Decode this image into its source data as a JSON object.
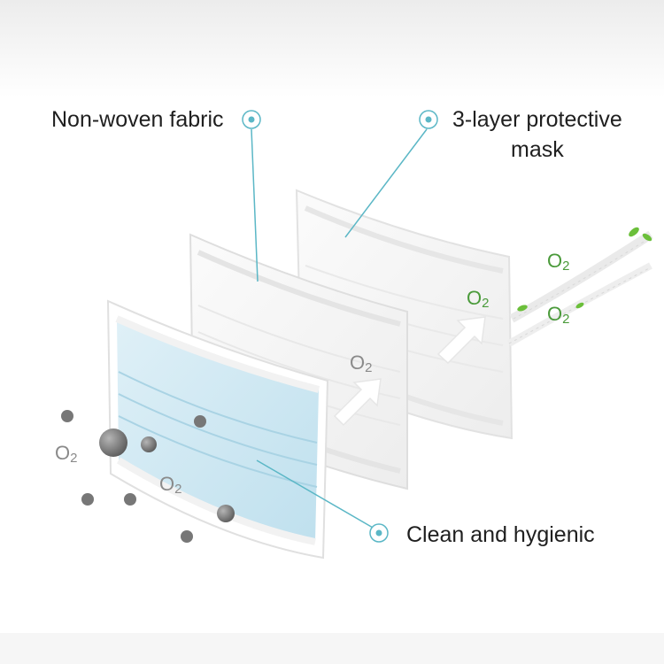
{
  "callouts": {
    "nonwoven": "Non-woven fabric",
    "three_layer_line1": "3-layer protective",
    "three_layer_line2": "mask",
    "clean": "Clean and hygienic"
  },
  "oxygen": {
    "base": "O",
    "sub": "2"
  },
  "colors": {
    "leader_line": "#5bb7c6",
    "blue_layer": "#cfe8f3",
    "white_layer": "#f5f5f5",
    "particle": "#777777",
    "o2_green": "#4a9a3a",
    "o2_gray": "#8a8a8a",
    "leaf_green": "#6bbf3a"
  },
  "icons": [
    "target-dot-icon",
    "leaf-icon",
    "arrow-icon"
  ]
}
